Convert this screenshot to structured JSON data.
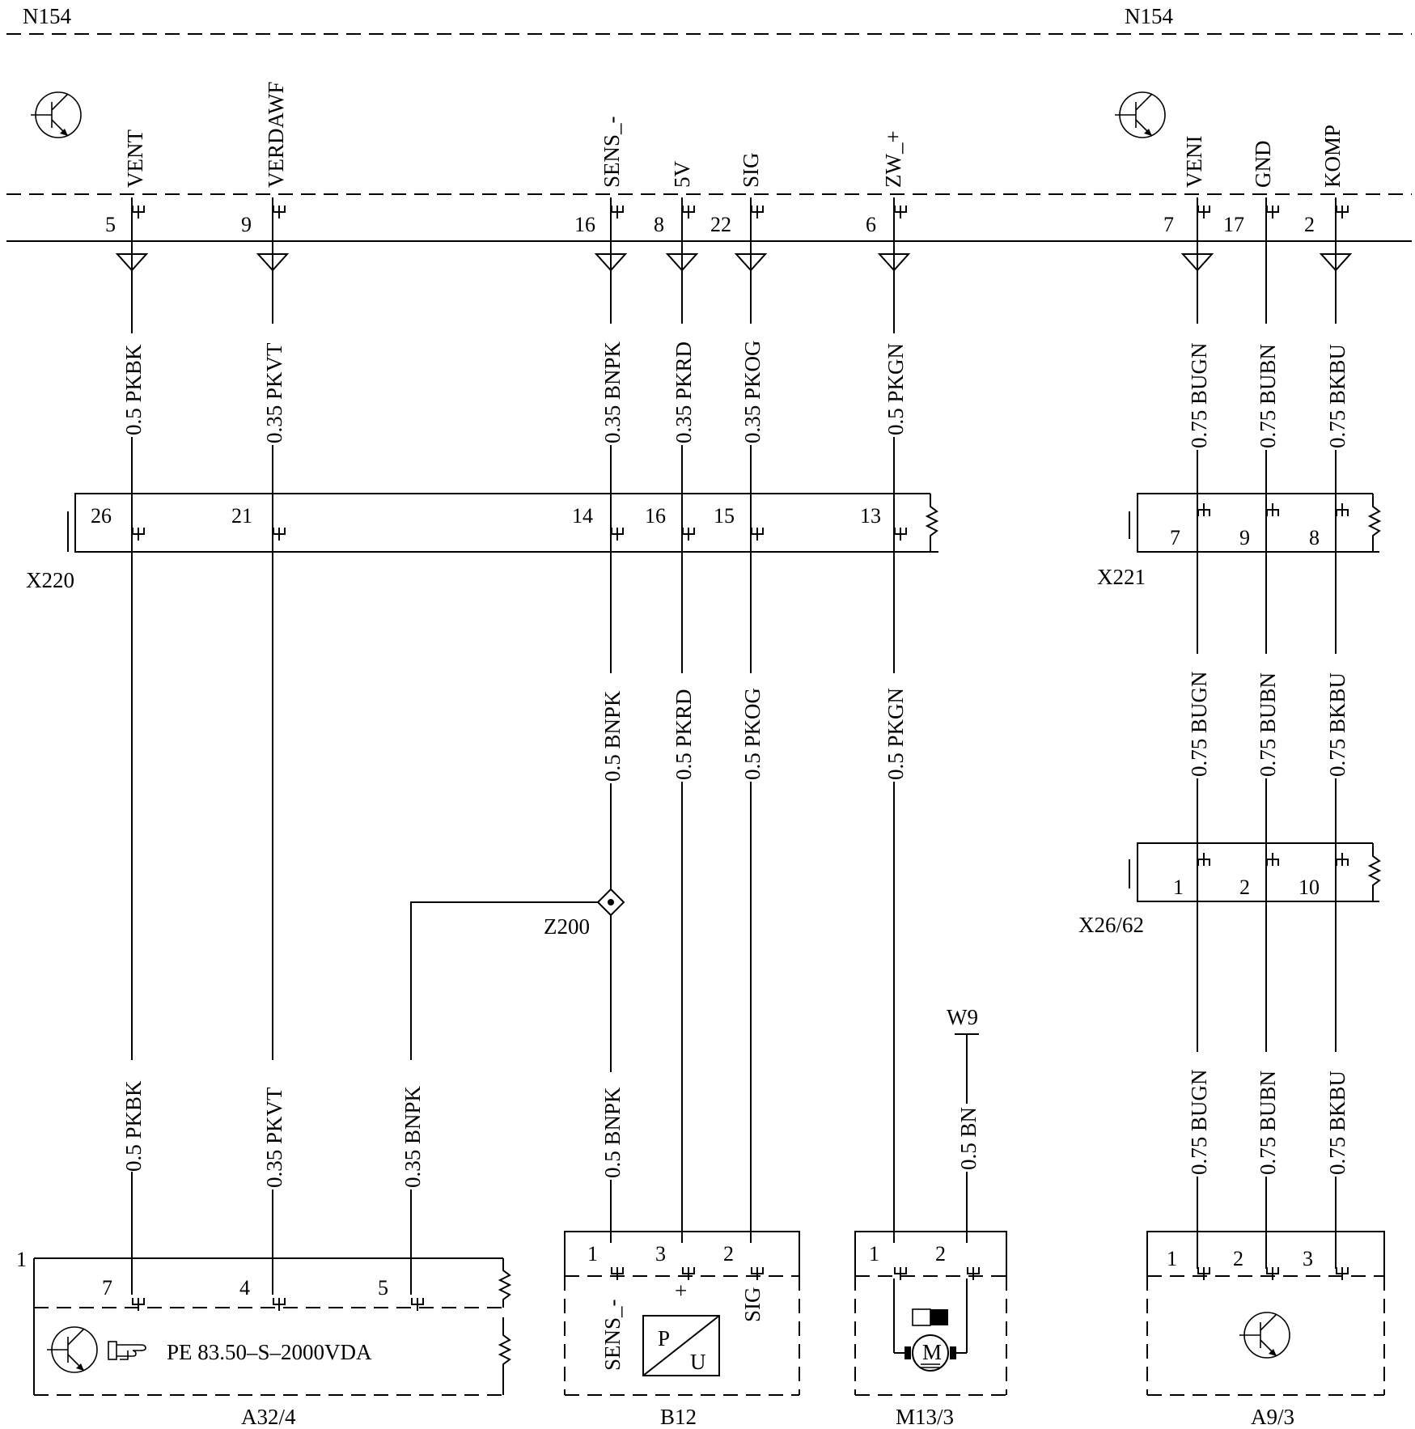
{
  "colors": {
    "ink": "#000000",
    "paper": "#ffffff"
  },
  "module": {
    "left_label": "N154",
    "right_label": "N154"
  },
  "ecu_pins": [
    {
      "signal": "VENT",
      "pin": "5"
    },
    {
      "signal": "VERDAWF",
      "pin": "9"
    },
    {
      "signal": "SENS_-",
      "pin": "16"
    },
    {
      "signal": "5V",
      "pin": "8"
    },
    {
      "signal": "SIG",
      "pin": "22"
    },
    {
      "signal": "ZW_+",
      "pin": "6"
    },
    {
      "signal": "VENI",
      "pin": "7"
    },
    {
      "signal": "GND",
      "pin": "17"
    },
    {
      "signal": "KOMP",
      "pin": "2"
    }
  ],
  "wires_upper": [
    "0.5 PKBK",
    "0.35 PKVT",
    "0.35 BNPK",
    "0.35 PKRD",
    "0.35 PKOG",
    "0.5 PKGN",
    "0.75 BUGN",
    "0.75 BUBN",
    "0.75 BKBU"
  ],
  "connector_x220": {
    "label": "X220",
    "pins": [
      "26",
      "21",
      "14",
      "16",
      "15",
      "13"
    ]
  },
  "connector_x221": {
    "label": "X221",
    "pins": [
      "7",
      "9",
      "8"
    ]
  },
  "wires_mid": [
    "0.5 BNPK",
    "0.5 PKRD",
    "0.5 PKOG",
    "0.5 PKGN",
    "0.75 BUGN",
    "0.75 BUBN",
    "0.75 BKBU"
  ],
  "connector_x2662": {
    "label": "X26/62",
    "pins": [
      "1",
      "2",
      "10"
    ]
  },
  "splice": {
    "label": "Z200"
  },
  "ground": {
    "label": "W9"
  },
  "wires_lower": [
    "0.5 PKBK",
    "0.35 PKVT",
    "0.35 BNPK",
    "0.5 BNPK",
    "0.5 BN",
    "0.75 BUGN",
    "0.75 BUBN",
    "0.75 BKBU"
  ],
  "components": [
    {
      "label": "A32/4",
      "corner_pin": "1",
      "pins": [
        "7",
        "4",
        "5"
      ],
      "note": "PE 83.50–S–2000VDA"
    },
    {
      "label": "B12",
      "pins": [
        "1",
        "3",
        "2"
      ],
      "pin_signals": [
        "SENS_-",
        "+",
        "SIG"
      ],
      "symbol_top": "P",
      "symbol_bottom": "U"
    },
    {
      "label": "M13/3",
      "pins": [
        "1",
        "2"
      ],
      "symbol": "M"
    },
    {
      "label": "A9/3",
      "pins": [
        "1",
        "2",
        "3"
      ]
    }
  ]
}
